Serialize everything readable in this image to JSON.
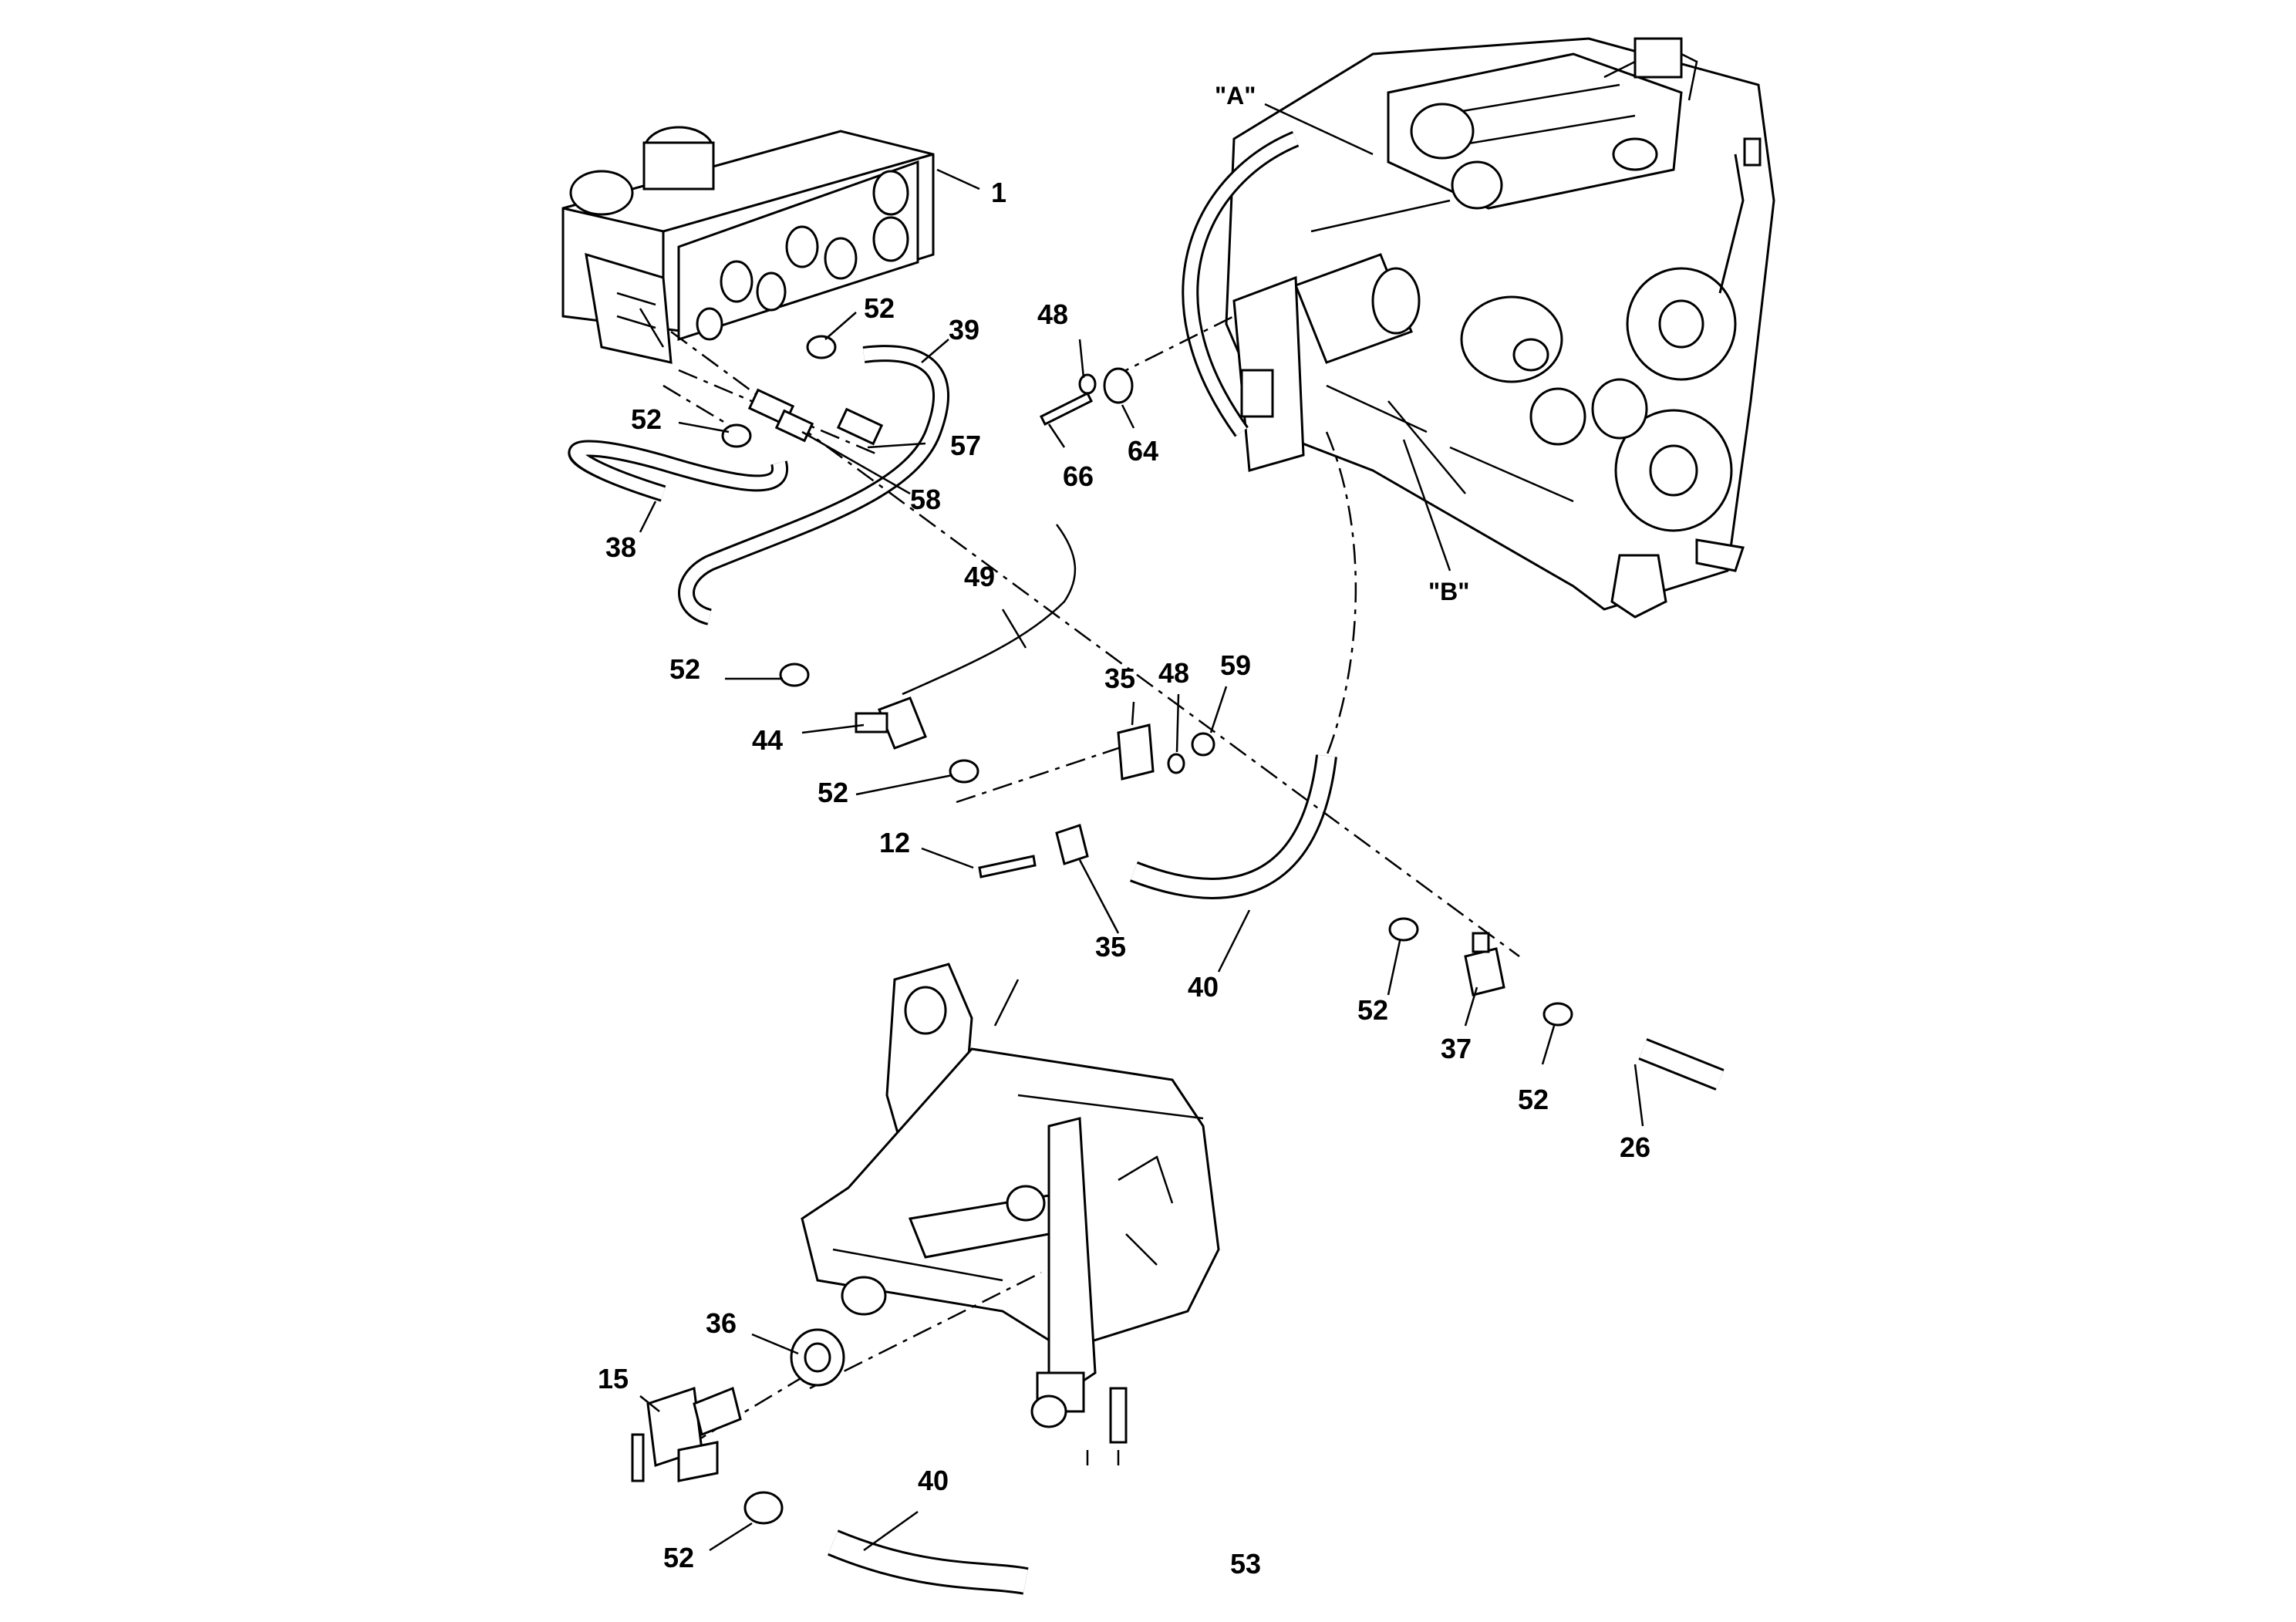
{
  "figure_number": "53",
  "callouts": [
    {
      "id": "c1",
      "text": "1"
    },
    {
      "id": "c52a",
      "text": "52"
    },
    {
      "id": "c39",
      "text": "39"
    },
    {
      "id": "c52b",
      "text": "52"
    },
    {
      "id": "c57",
      "text": "57"
    },
    {
      "id": "c58",
      "text": "58"
    },
    {
      "id": "c38",
      "text": "38"
    },
    {
      "id": "c48a",
      "text": "48"
    },
    {
      "id": "c66",
      "text": "66"
    },
    {
      "id": "c64",
      "text": "64"
    },
    {
      "id": "cA",
      "text": "\"A\""
    },
    {
      "id": "cB",
      "text": "\"B\""
    },
    {
      "id": "c49",
      "text": "49"
    },
    {
      "id": "c52c",
      "text": "52"
    },
    {
      "id": "c44",
      "text": "44"
    },
    {
      "id": "c35a",
      "text": "35"
    },
    {
      "id": "c48b",
      "text": "48"
    },
    {
      "id": "c59",
      "text": "59"
    },
    {
      "id": "c52d",
      "text": "52"
    },
    {
      "id": "c12",
      "text": "12"
    },
    {
      "id": "c35b",
      "text": "35"
    },
    {
      "id": "c40a",
      "text": "40"
    },
    {
      "id": "c52e",
      "text": "52"
    },
    {
      "id": "c37",
      "text": "37"
    },
    {
      "id": "c52f",
      "text": "52"
    },
    {
      "id": "c26",
      "text": "26"
    },
    {
      "id": "c36",
      "text": "36"
    },
    {
      "id": "c15",
      "text": "15"
    },
    {
      "id": "c40b",
      "text": "40"
    },
    {
      "id": "c52g",
      "text": "52"
    }
  ]
}
